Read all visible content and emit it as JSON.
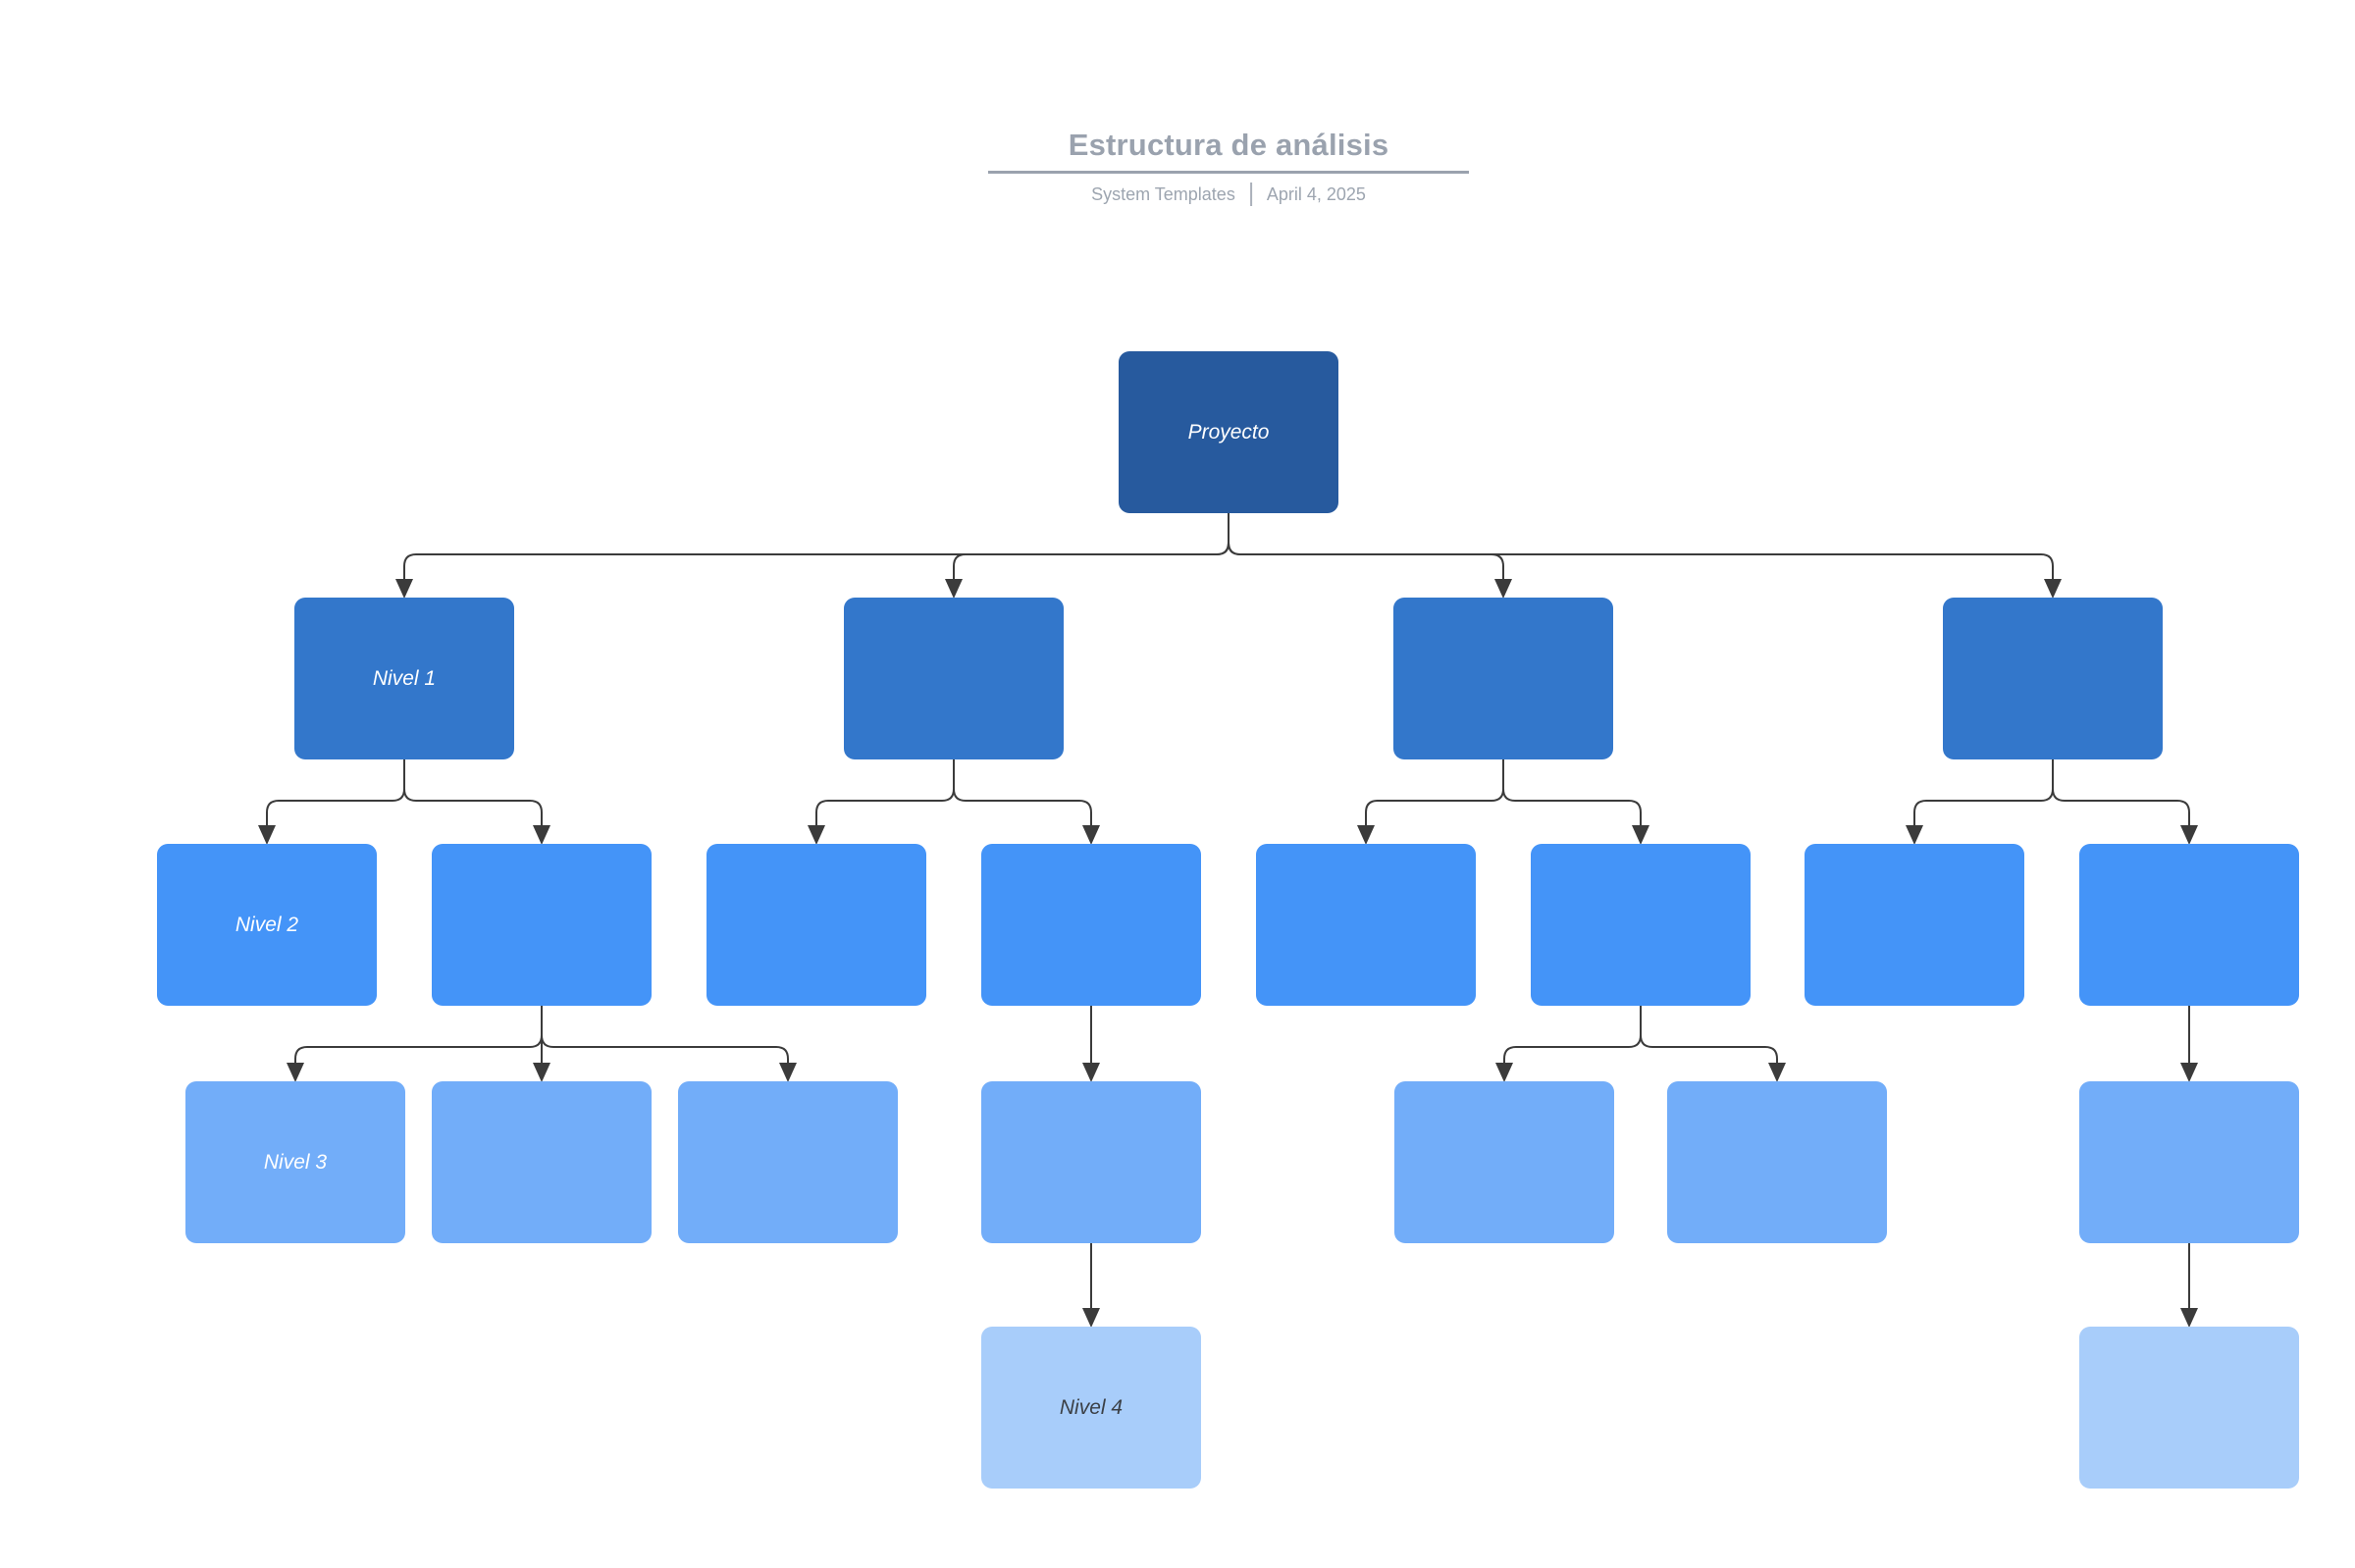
{
  "header": {
    "title": "Estructura de análisis",
    "byline": "System Templates",
    "date": "April 4, 2025"
  },
  "palette": {
    "level_colors": [
      "#275a9e",
      "#3377cb",
      "#4494f8",
      "#72adf9",
      "#a8cdfa"
    ],
    "node_text_light": "#ffffff",
    "node_text_dark": "#3b4046",
    "connector": "#3b3b3b",
    "title_color": "#9aa2ae",
    "subtitle_color": "#9da5b0",
    "background": "#ffffff"
  },
  "diagram": {
    "nodes": [
      {
        "id": "root",
        "parent": null,
        "level": 0,
        "label": "Proyecto"
      },
      {
        "id": "n1a",
        "parent": "root",
        "level": 1,
        "label": "Nivel 1"
      },
      {
        "id": "n1b",
        "parent": "root",
        "level": 1,
        "label": ""
      },
      {
        "id": "n1c",
        "parent": "root",
        "level": 1,
        "label": ""
      },
      {
        "id": "n1d",
        "parent": "root",
        "level": 1,
        "label": ""
      },
      {
        "id": "n2a",
        "parent": "n1a",
        "level": 2,
        "label": "Nivel 2"
      },
      {
        "id": "n2b",
        "parent": "n1a",
        "level": 2,
        "label": ""
      },
      {
        "id": "n2c",
        "parent": "n1b",
        "level": 2,
        "label": ""
      },
      {
        "id": "n2d",
        "parent": "n1b",
        "level": 2,
        "label": ""
      },
      {
        "id": "n2e",
        "parent": "n1c",
        "level": 2,
        "label": ""
      },
      {
        "id": "n2f",
        "parent": "n1c",
        "level": 2,
        "label": ""
      },
      {
        "id": "n2g",
        "parent": "n1d",
        "level": 2,
        "label": ""
      },
      {
        "id": "n2h",
        "parent": "n1d",
        "level": 2,
        "label": ""
      },
      {
        "id": "n3a",
        "parent": "n2b",
        "level": 3,
        "label": "Nivel 3"
      },
      {
        "id": "n3b",
        "parent": "n2b",
        "level": 3,
        "label": ""
      },
      {
        "id": "n3c",
        "parent": "n2b",
        "level": 3,
        "label": ""
      },
      {
        "id": "n3d",
        "parent": "n2d",
        "level": 3,
        "label": ""
      },
      {
        "id": "n3e",
        "parent": "n2f",
        "level": 3,
        "label": ""
      },
      {
        "id": "n3f",
        "parent": "n2f",
        "level": 3,
        "label": ""
      },
      {
        "id": "n3g",
        "parent": "n2h",
        "level": 3,
        "label": ""
      },
      {
        "id": "n4a",
        "parent": "n3d",
        "level": 4,
        "label": "Nivel 4"
      },
      {
        "id": "n4b",
        "parent": "n3g",
        "level": 4,
        "label": ""
      }
    ]
  }
}
